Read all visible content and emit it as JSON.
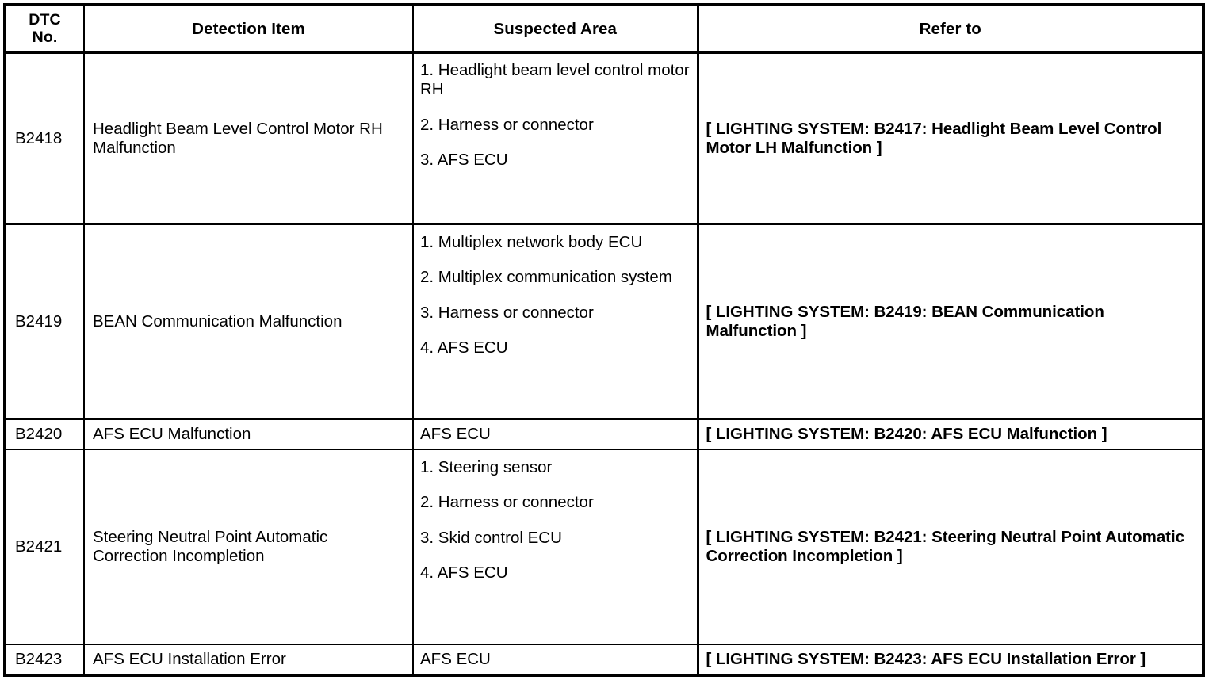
{
  "table": {
    "columns": [
      {
        "id": "dtc_no",
        "label": "DTC\nNo."
      },
      {
        "id": "detection_item",
        "label": "Detection Item"
      },
      {
        "id": "suspected_area",
        "label": "Suspected Area"
      },
      {
        "id": "refer_to",
        "label": "Refer to"
      }
    ],
    "header": {
      "dtc_no_line1": "DTC",
      "dtc_no_line2": "No.",
      "detection_item": "Detection Item",
      "suspected_area": "Suspected Area",
      "refer_to": "Refer to"
    },
    "rows": [
      {
        "dtc_no": "B2418",
        "detection_item": "Headlight Beam Level Control Motor RH Malfunction",
        "suspected_area": [
          "1. Headlight beam level control motor RH",
          "2. Harness or connector",
          "3. AFS ECU"
        ],
        "refer_to": "[ LIGHTING SYSTEM: B2417: Headlight Beam Level Control Motor LH Malfunction ]"
      },
      {
        "dtc_no": "B2419",
        "detection_item": "BEAN Communication Malfunction",
        "suspected_area": [
          "1. Multiplex network body ECU",
          "2. Multiplex communication system",
          "3. Harness or connector",
          "4. AFS ECU"
        ],
        "refer_to": "[ LIGHTING SYSTEM: B2419: BEAN Communication Malfunction ]"
      },
      {
        "dtc_no": "B2420",
        "detection_item": "AFS ECU Malfunction",
        "suspected_area": [
          "AFS ECU"
        ],
        "refer_to": "[ LIGHTING SYSTEM: B2420: AFS ECU Malfunction ]"
      },
      {
        "dtc_no": "B2421",
        "detection_item": "Steering Neutral Point Automatic Correction Incompletion",
        "suspected_area": [
          "1. Steering sensor",
          "2. Harness or connector",
          "3. Skid control ECU",
          "4. AFS ECU"
        ],
        "refer_to": "[ LIGHTING SYSTEM: B2421: Steering Neutral Point Automatic Correction Incompletion ]"
      },
      {
        "dtc_no": "B2423",
        "detection_item": "AFS ECU Installation Error",
        "suspected_area": [
          "AFS ECU"
        ],
        "refer_to": "[ LIGHTING SYSTEM: B2423: AFS ECU Installation Error ]"
      }
    ]
  },
  "style": {
    "text_color": "#000000",
    "background_color": "#ffffff",
    "border_color": "#000000"
  }
}
